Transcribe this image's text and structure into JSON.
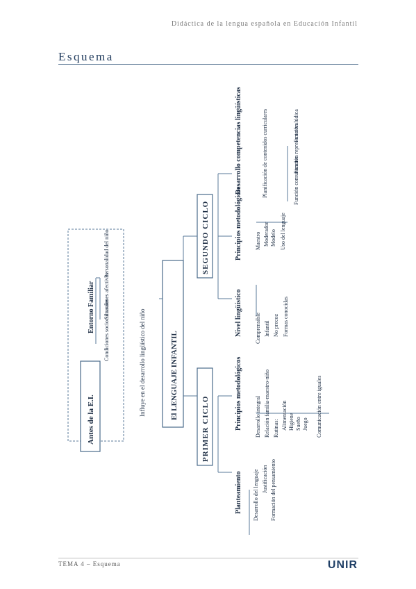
{
  "header": {
    "running_title": "Didáctica de la lengua española en Educación Infantil"
  },
  "page": {
    "title": "Esquema"
  },
  "footer": {
    "label": "TEMA 4 – Esquema",
    "logo": "UNIR"
  },
  "diagram": {
    "root": "El LENGUAJE INFANTIL",
    "influence": "Influye en el desarrollo lingüístico del niño",
    "antes": {
      "label": "Antes de la E.I.",
      "entorno": "Entorno Familiar",
      "e1": "Condiciones socioculturales",
      "e2": "Situaciones afectivas",
      "e3": "Personalidad del niño"
    },
    "primer": {
      "label": "PRIMER CICLO",
      "plant": "Planteamiento",
      "p1": "Desarrollo del lenguaje",
      "p2": "Justificación",
      "p3": "Formación del pensamiento",
      "princ": "Principios metodológicos",
      "m1": "Desarrollo integral",
      "m2": "Relación familia-maestro-niño",
      "m3": "Rutinas:",
      "m3a": "Alimentación",
      "m3b": "Higiene",
      "m3c": "Sueño",
      "m3d": "Juego",
      "m4": "Comunicación entre iguales"
    },
    "segundo": {
      "label": "SEGUNDO CICLO",
      "nivel": "Nivel lingüístico",
      "n1": "Comprensible",
      "n2": "Infantil",
      "n3": "No precoz",
      "n4": "Formas conocidas",
      "princ": "Principios metodológicos",
      "s1": "Maestro",
      "s1a": "Moderador",
      "s1b": "Modelo",
      "s2": "Uso del lenguaje",
      "desa": "Desarrollo competencias lingüísticas",
      "d1": "Planificación de contenidos curriculares",
      "d2": "Función comunicativa",
      "d3": "Función representativa",
      "d4": "Función lúdica"
    }
  }
}
